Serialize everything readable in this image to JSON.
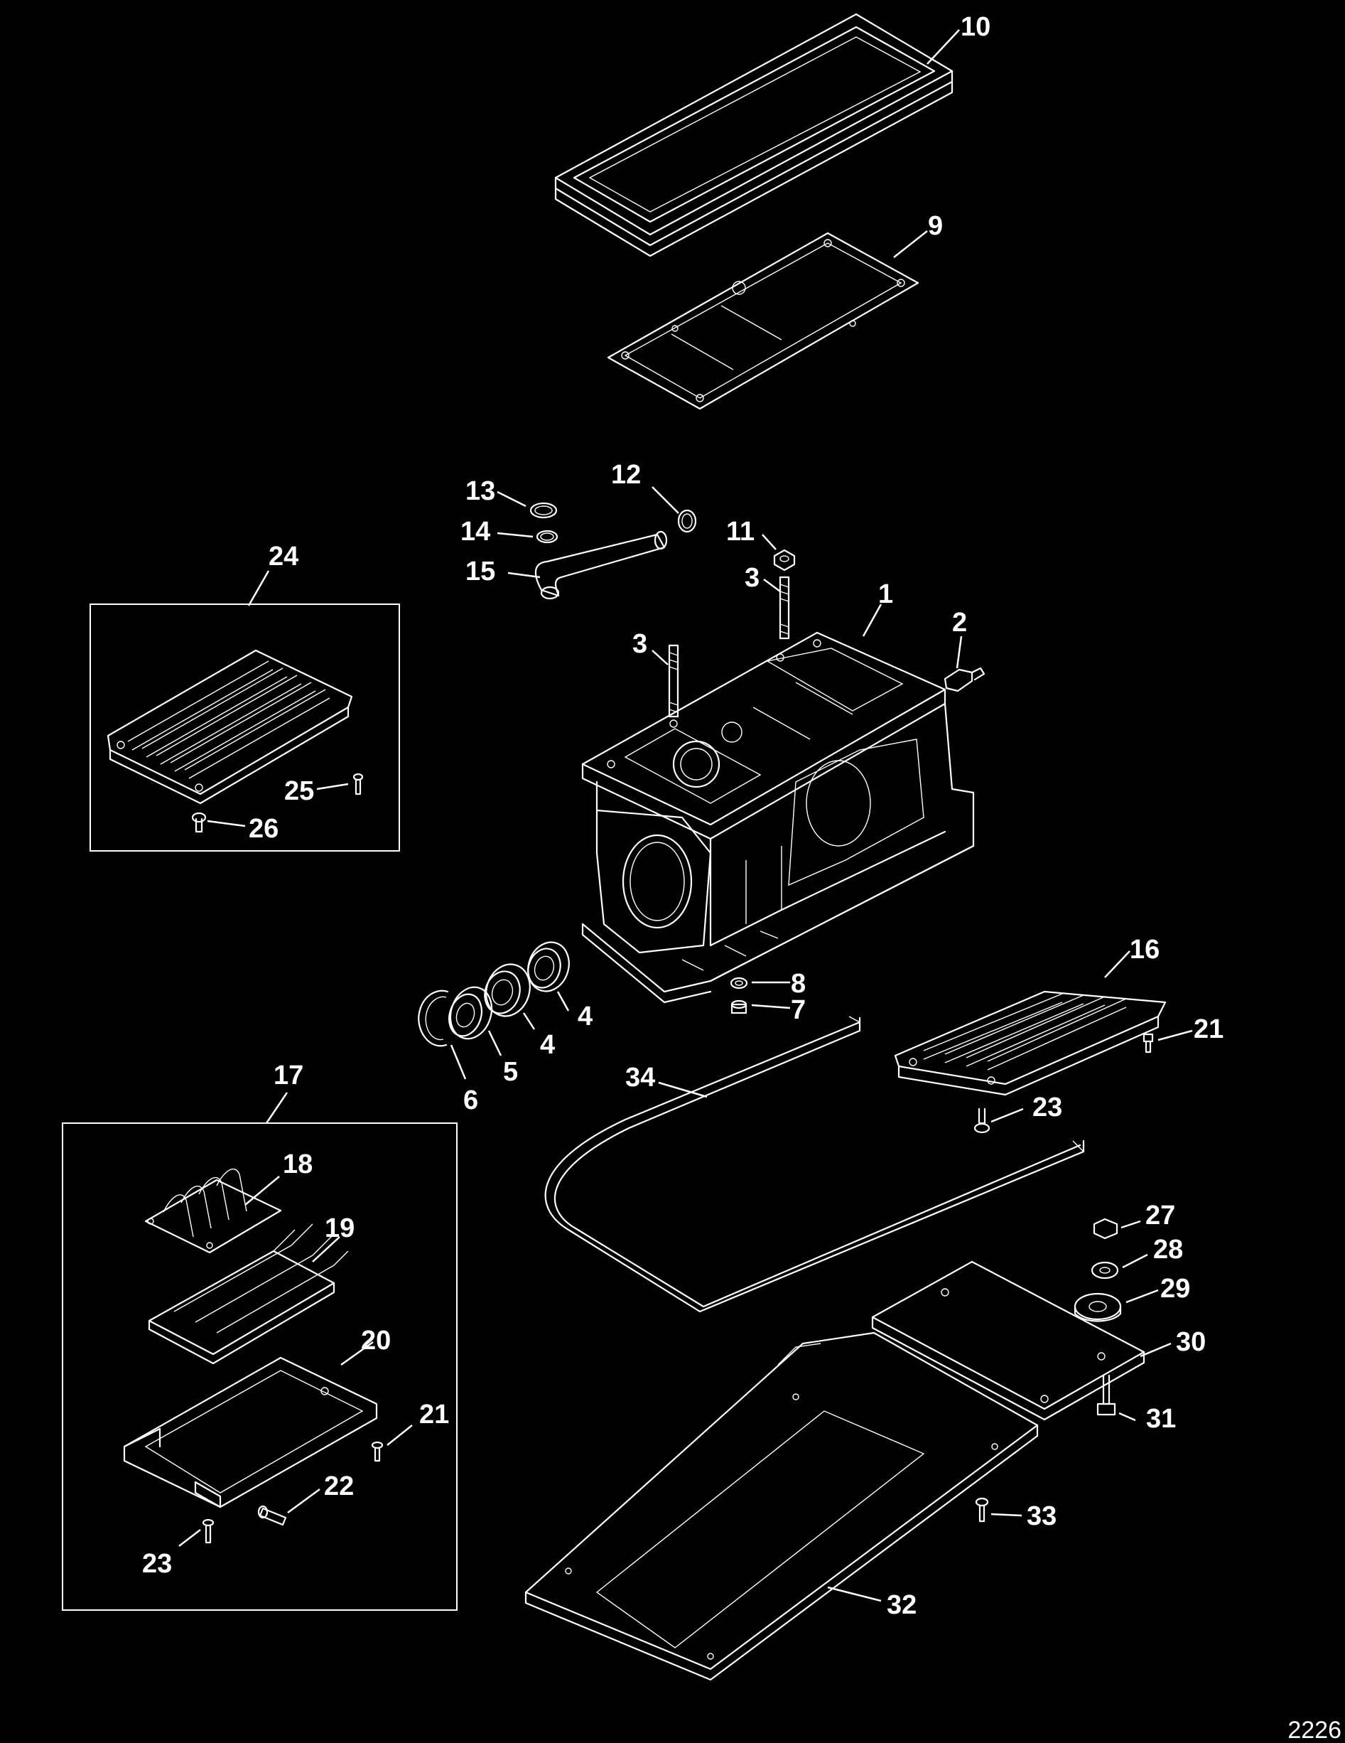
{
  "figure_number": "2226",
  "callouts": [
    {
      "id": "10",
      "text": "10"
    },
    {
      "id": "9",
      "text": "9"
    },
    {
      "id": "13",
      "text": "13"
    },
    {
      "id": "12",
      "text": "12"
    },
    {
      "id": "14",
      "text": "14"
    },
    {
      "id": "11",
      "text": "11"
    },
    {
      "id": "15",
      "text": "15"
    },
    {
      "id": "3a",
      "text": "3"
    },
    {
      "id": "1",
      "text": "1"
    },
    {
      "id": "24",
      "text": "24"
    },
    {
      "id": "3b",
      "text": "3"
    },
    {
      "id": "2",
      "text": "2"
    },
    {
      "id": "25",
      "text": "25"
    },
    {
      "id": "26",
      "text": "26"
    },
    {
      "id": "16",
      "text": "16"
    },
    {
      "id": "8",
      "text": "8"
    },
    {
      "id": "7",
      "text": "7"
    },
    {
      "id": "4a",
      "text": "4"
    },
    {
      "id": "4b",
      "text": "4"
    },
    {
      "id": "5",
      "text": "5"
    },
    {
      "id": "21a",
      "text": "21"
    },
    {
      "id": "6",
      "text": "6"
    },
    {
      "id": "34",
      "text": "34"
    },
    {
      "id": "17",
      "text": "17"
    },
    {
      "id": "23a",
      "text": "23"
    },
    {
      "id": "18",
      "text": "18"
    },
    {
      "id": "27",
      "text": "27"
    },
    {
      "id": "19",
      "text": "19"
    },
    {
      "id": "28",
      "text": "28"
    },
    {
      "id": "29",
      "text": "29"
    },
    {
      "id": "20",
      "text": "20"
    },
    {
      "id": "30",
      "text": "30"
    },
    {
      "id": "21b",
      "text": "21"
    },
    {
      "id": "31",
      "text": "31"
    },
    {
      "id": "22",
      "text": "22"
    },
    {
      "id": "33",
      "text": "33"
    },
    {
      "id": "23b",
      "text": "23"
    },
    {
      "id": "32",
      "text": "32"
    }
  ]
}
